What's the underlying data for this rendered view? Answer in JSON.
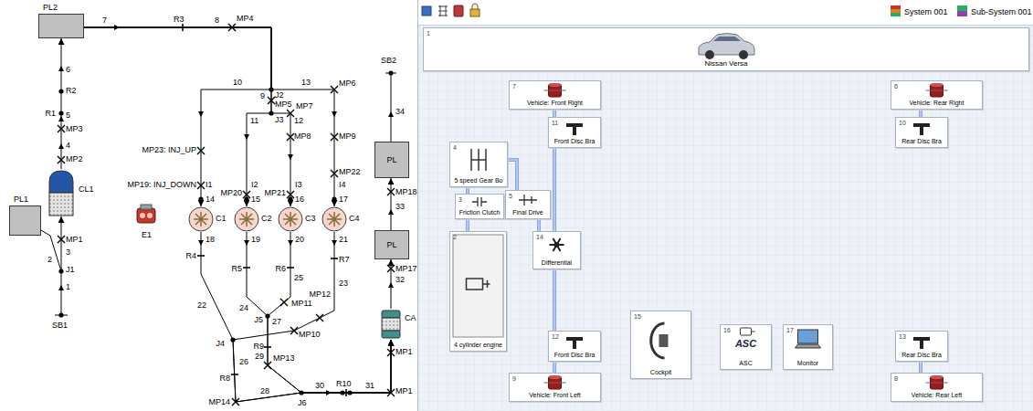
{
  "diagram": {
    "nodes": [
      {
        "text": [
          "PL2"
        ]
      },
      {
        "text": [
          "PL1"
        ]
      },
      {
        "text": [
          "CL1"
        ]
      },
      {
        "text": [
          "C1"
        ]
      },
      {
        "text": [
          "C2"
        ]
      },
      {
        "text": [
          "C3"
        ]
      },
      {
        "text": [
          "C4"
        ]
      },
      {
        "text": [
          "PL"
        ]
      },
      {
        "text": [
          "PL"
        ]
      },
      {
        "text": [
          "CA"
        ]
      },
      {
        "text": [
          "1",
          "Nissan Versa"
        ]
      },
      {
        "text": [
          "7",
          "Vehicle: Front Right"
        ]
      },
      {
        "text": [
          "6",
          "Vehicle: Rear Right"
        ]
      },
      {
        "text": [
          "11",
          "Front Disc Bra"
        ]
      },
      {
        "text": [
          "10",
          "Rear Disc Bra"
        ]
      },
      {
        "text": [
          "4",
          "5 speed Gear Bo"
        ]
      },
      {
        "text": [
          "3",
          "Friction Clutch"
        ]
      },
      {
        "text": [
          "5",
          "Final Drive"
        ]
      },
      {
        "text": [
          "2",
          "4 cylinder engine"
        ]
      },
      {
        "text": [
          "14",
          "Differential"
        ]
      },
      {
        "text": [
          "12",
          "Front Disc Bra"
        ]
      },
      {
        "text": [
          "9",
          "Vehicle: Front Left"
        ]
      },
      {
        "text": [
          "15",
          "Cockpit"
        ]
      },
      {
        "text": [
          "16",
          "ASC",
          "ASC"
        ]
      },
      {
        "text": [
          "17",
          "Monitor"
        ]
      },
      {
        "text": [
          "13",
          "Rear Disc Bra"
        ]
      },
      {
        "text": [
          "8",
          "Vehicle: Rear Left"
        ]
      }
    ],
    "edges": [
      {
        "from": 1,
        "to": 2,
        "arrow": "to"
      },
      {
        "from": 2,
        "to": 0,
        "arrow": "to"
      },
      {
        "from": 0,
        "to": 3,
        "arrow": "to"
      },
      {
        "from": 0,
        "to": 4,
        "arrow": "to"
      },
      {
        "from": 0,
        "to": 5,
        "arrow": "to"
      },
      {
        "from": 0,
        "to": 6,
        "arrow": "to"
      },
      {
        "from": 3,
        "to": 9,
        "arrow": "to"
      },
      {
        "from": 4,
        "to": 9,
        "arrow": "to"
      },
      {
        "from": 5,
        "to": 9,
        "arrow": "to"
      },
      {
        "from": 6,
        "to": 9,
        "arrow": "to"
      },
      {
        "from": 9,
        "to": 8,
        "arrow": "to"
      },
      {
        "from": 8,
        "to": 7,
        "arrow": "to"
      },
      {
        "from": 11,
        "to": 13,
        "arrow": "none"
      },
      {
        "from": 12,
        "to": 14,
        "arrow": "none"
      },
      {
        "from": 13,
        "to": 19,
        "arrow": "none"
      },
      {
        "from": 19,
        "to": 20,
        "arrow": "none"
      },
      {
        "from": 20,
        "to": 21,
        "arrow": "none"
      },
      {
        "from": 25,
        "to": 26,
        "arrow": "none"
      },
      {
        "from": 15,
        "to": 17,
        "arrow": "none"
      },
      {
        "from": 17,
        "to": 19,
        "arrow": "none"
      },
      {
        "from": 18,
        "to": 16,
        "arrow": "none"
      },
      {
        "from": 16,
        "to": 15,
        "arrow": "none"
      }
    ],
    "labels": [
      "7",
      "R3",
      "8",
      "MP4",
      "10",
      "13",
      "J2",
      "9",
      "MP5",
      "J3",
      "11",
      "12",
      "MP7",
      "MP8",
      "MP6",
      "MP9",
      "MP23: INJ_UP",
      "MP19: INJ_DOWN",
      "I1",
      "14",
      "I2",
      "15",
      "MP20",
      "I3",
      "16",
      "MP21",
      "I4",
      "17",
      "MP22",
      "18",
      "19",
      "20",
      "21",
      "R4",
      "R5",
      "R6",
      "R7",
      "22",
      "24",
      "25",
      "23",
      "MP11",
      "MP12",
      "MP10",
      "J5",
      "27",
      "R9",
      "29",
      "MP13",
      "J4",
      "26",
      "R8",
      "MP14",
      "28",
      "J6",
      "30",
      "R10",
      "31",
      "MP1",
      "MP1",
      "32",
      "MP17",
      "MP18",
      "33",
      "34",
      "SB2",
      "6",
      "R2",
      "5",
      "R1",
      "MP3",
      "4",
      "MP2",
      "MP1",
      "3",
      "2",
      "J1",
      "1",
      "SB1",
      "E1",
      "System 001",
      "Sub-System 001"
    ]
  }
}
